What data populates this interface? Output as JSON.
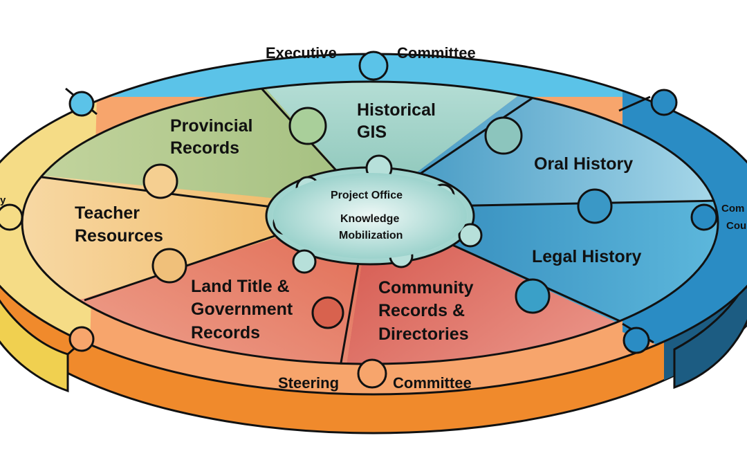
{
  "diagram": {
    "hub": {
      "line1": "Project Office",
      "line2": "Knowledge",
      "line3": "Mobilization",
      "color": "#9fd5cf"
    },
    "segments": {
      "historical_gis": {
        "line1": "Historical",
        "line2": "GIS",
        "color": "#9fcfc4"
      },
      "oral_history": {
        "line1": "Oral History",
        "color": "#5fb0d0"
      },
      "legal_history": {
        "line1": "Legal History",
        "color": "#3a9ec6"
      },
      "community_records": {
        "line1": "Community",
        "line2": "Records &",
        "line3": "Directories",
        "color": "#d9645a"
      },
      "land_title": {
        "line1": "Land Title &",
        "line2": "Government",
        "line3": "Records",
        "color": "#e3785f"
      },
      "teacher_resources": {
        "line1": "Teacher",
        "line2": "Resources",
        "color": "#f2c27a"
      },
      "provincial_records": {
        "line1": "Provincial",
        "line2": "Records",
        "color": "#b9c98f"
      }
    },
    "outer_ring": {
      "executive": {
        "word1": "Executive",
        "word2": "Committee",
        "color": "#5bc3e8"
      },
      "steering": {
        "word1": "Steering",
        "word2": "Committee",
        "color": "#f7a56c",
        "side_color": "#f08a2c"
      },
      "right": {
        "line1": "Com",
        "line2": "Cou",
        "color": "#2a8cc4",
        "side_color": "#1c5c82"
      },
      "left": {
        "text": "y",
        "color": "#f5dc86",
        "side_color": "#f0d050"
      }
    }
  }
}
